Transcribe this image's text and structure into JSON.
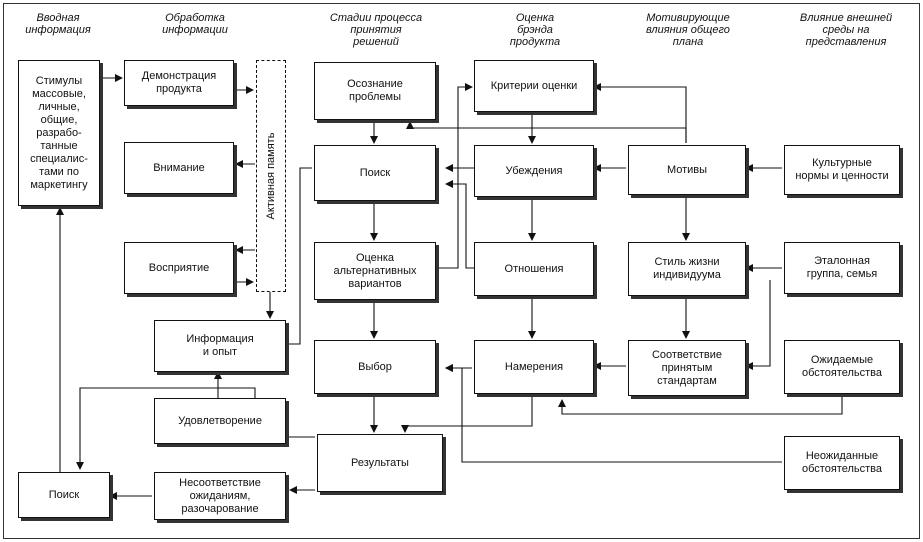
{
  "headers": {
    "input": "Вводная\nинформация",
    "processing": "Обработка\nинформации",
    "stages": "Стадии процесса\nпринятия\nрешений",
    "brand": "Оценка\nбрэнда\nпродукта",
    "motivating": "Мотивирующие\nвлияния общего\nплана",
    "environment": "Влияние внешней\nсреды на\nпредставления"
  },
  "boxes": {
    "stimuli": "Стимулы\nмассовые,\nличные,\nобщие,\nразрабо-\nтанные\nспециалис-\nтами по\nмаркетингу",
    "demo": "Демонстрация\nпродукта",
    "attention": "Внимание",
    "perception": "Восприятие",
    "info_experience": "Информация\nи опыт",
    "satisfaction": "Удовлетворение",
    "mismatch": "Несоответствие\nожиданиям,\nразочарование",
    "search_bottom": "Поиск",
    "awareness": "Осознание\nпроблемы",
    "search": "Поиск",
    "alternatives": "Оценка\nальтернативных\nвариантов",
    "choice": "Выбор",
    "results": "Результаты",
    "criteria": "Критерии оценки",
    "beliefs": "Убеждения",
    "attitudes": "Отношения",
    "intentions": "Намерения",
    "motives": "Мотивы",
    "lifestyle": "Стиль жизни\nиндивидуума",
    "conformity": "Соответствие\nпринятым\nстандартам",
    "cultural": "Культурные\nнормы и ценности",
    "reference": "Эталонная\nгруппа, семья",
    "expected": "Ожидаемые\nобстоятельства",
    "unexpected": "Неожиданные\nобстоятельства"
  },
  "memory_label": "Активная память"
}
